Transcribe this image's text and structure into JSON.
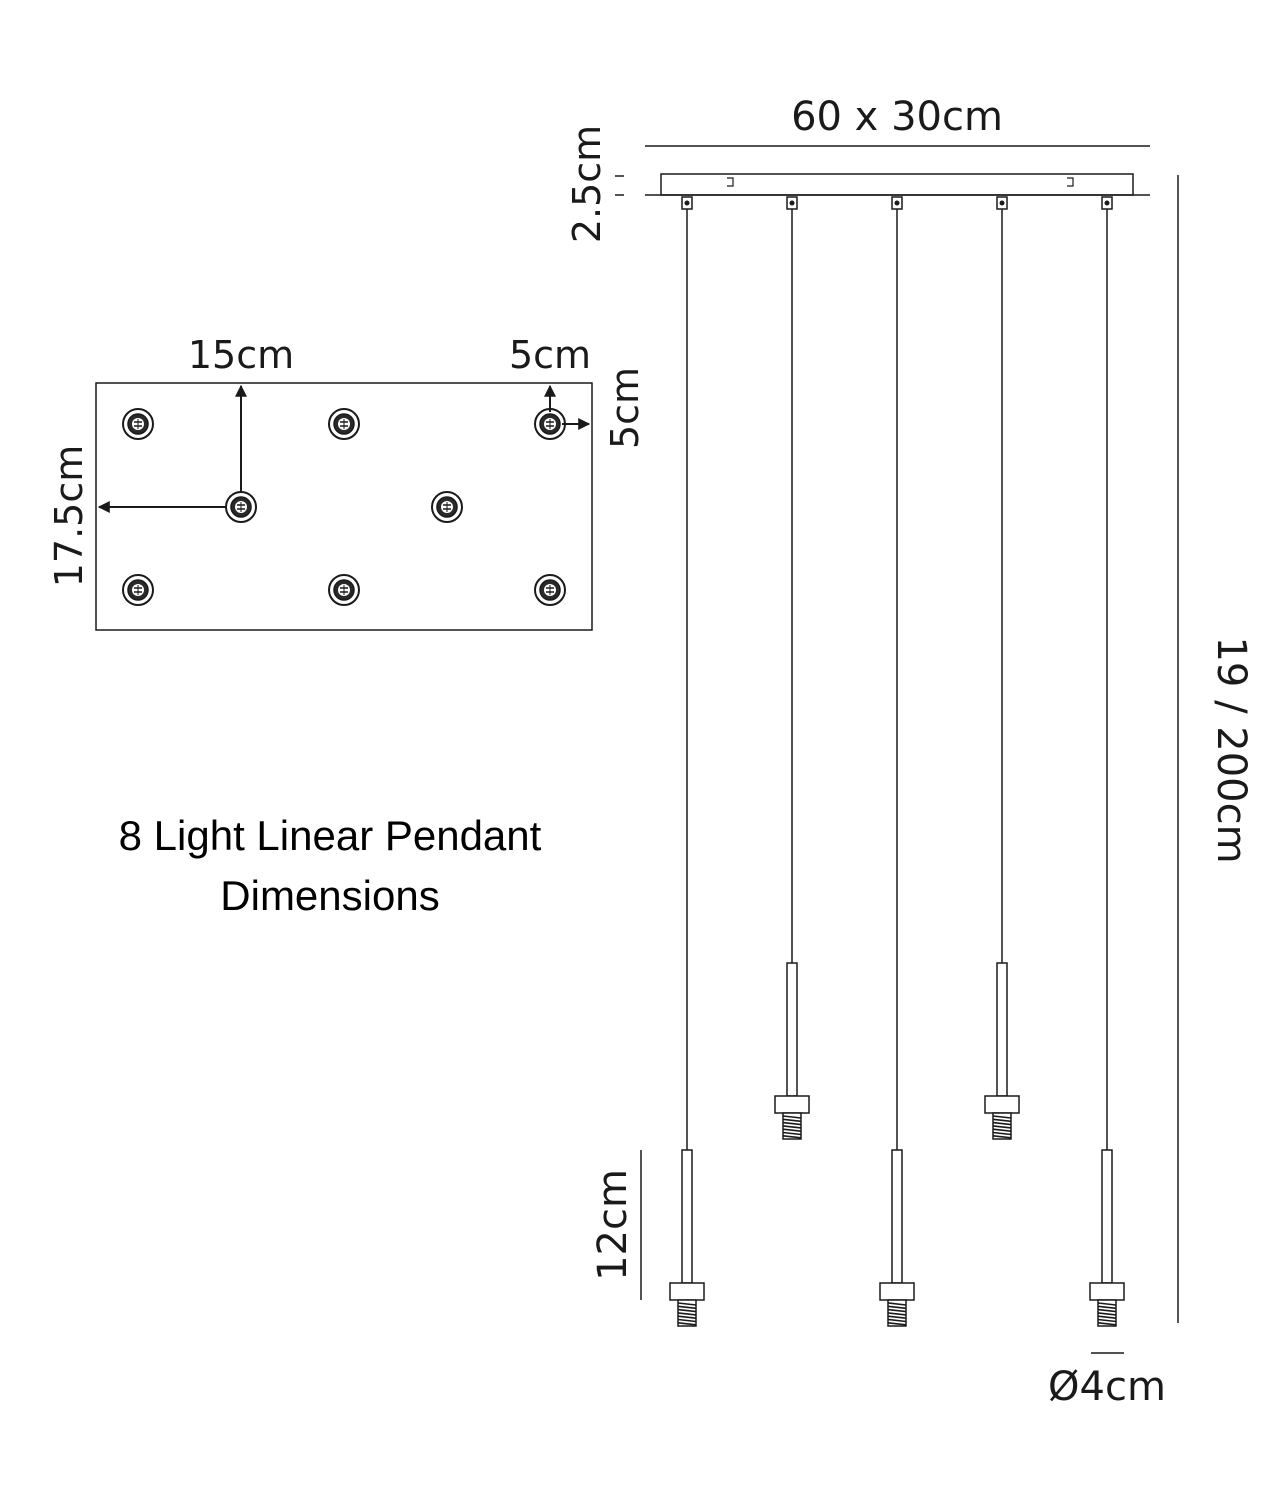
{
  "title": {
    "line1": "8 Light Linear Pendant",
    "line2": "Dimensions"
  },
  "dimensions": {
    "canopy_size": "60 x 30cm",
    "canopy_height": "2.5cm",
    "hole_spacing_h": "15cm",
    "edge_offset_top": "5cm",
    "edge_offset_side": "5cm",
    "hole_spacing_v": "17.5cm",
    "drop_height": "19 / 200cm",
    "shade_length": "12cm",
    "shade_diameter": "Ø4cm"
  },
  "colors": {
    "ink": "#1a1a1a"
  }
}
